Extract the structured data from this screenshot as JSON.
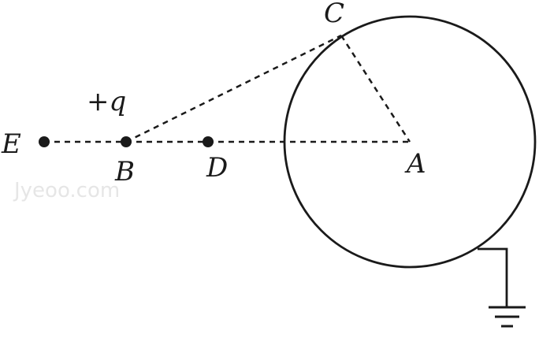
{
  "labels": {
    "E": "E",
    "B": "B",
    "D": "D",
    "A": "A",
    "C": "C"
  },
  "charge": {
    "sign": "+",
    "symbol": "q"
  },
  "watermark": "Jyeoo.com",
  "colors": {
    "ink": "#1a1a1a",
    "background": "#ffffff",
    "watermark": "#e6e6e6"
  }
}
